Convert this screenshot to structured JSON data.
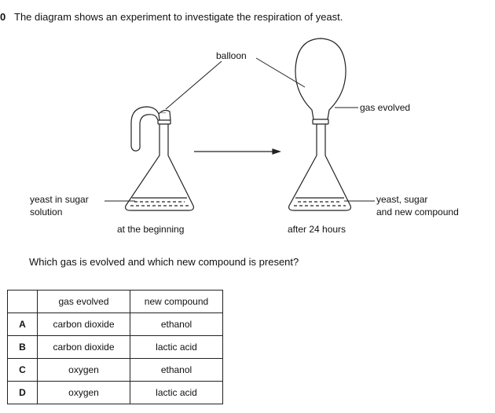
{
  "question": {
    "number": "0",
    "text": "The diagram shows an experiment to investigate the respiration of yeast.",
    "sub_question": "Which gas is evolved and which new compound is present?"
  },
  "diagram": {
    "balloon": "balloon",
    "gas_evolved": "gas evolved",
    "yeast_left_line1": "yeast in sugar",
    "yeast_left_line2": "solution",
    "yeast_right_line1": "yeast, sugar",
    "yeast_right_line2": "and new compound",
    "caption_left": "at the beginning",
    "caption_right": "after 24 hours"
  },
  "table": {
    "headers": [
      "",
      "gas evolved",
      "new compound"
    ],
    "rows": [
      {
        "letter": "A",
        "gas": "carbon dioxide",
        "compound": "ethanol"
      },
      {
        "letter": "B",
        "gas": "carbon dioxide",
        "compound": "lactic acid"
      },
      {
        "letter": "C",
        "gas": "oxygen",
        "compound": "ethanol"
      },
      {
        "letter": "D",
        "gas": "oxygen",
        "compound": "lactic acid"
      }
    ]
  }
}
